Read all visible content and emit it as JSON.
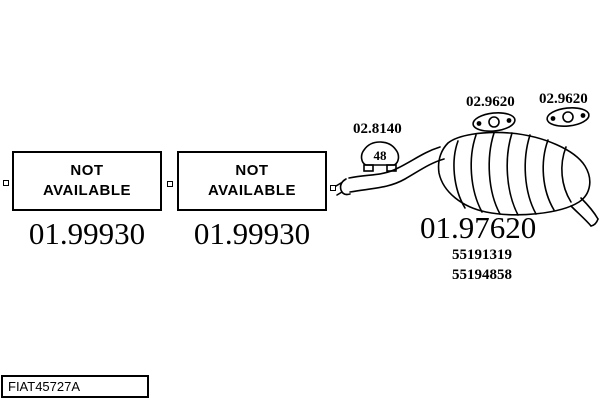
{
  "diagram": {
    "boxes": [
      {
        "status_line1": "NOT",
        "status_line2": "AVAILABLE",
        "number": "01.99930"
      },
      {
        "status_line1": "NOT",
        "status_line2": "AVAILABLE",
        "number": "01.99930"
      }
    ],
    "muffler": {
      "number": "01.97620",
      "ref_numbers": [
        "55191319",
        "55194858"
      ]
    },
    "clamp": {
      "code": "02.8140",
      "diameter": "48"
    },
    "gaskets": [
      {
        "code": "02.9620"
      },
      {
        "code": "02.9620"
      }
    ],
    "footer_code": "FIAT45727A",
    "colors": {
      "line": "#000000",
      "background": "#ffffff"
    }
  }
}
